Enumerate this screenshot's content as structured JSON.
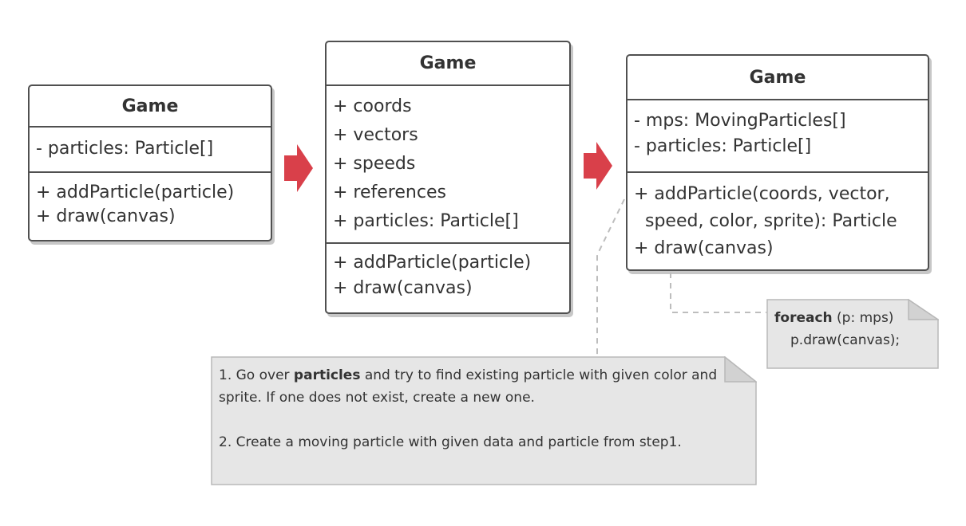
{
  "colors": {
    "arrow": "#d9404a",
    "border": "#505050",
    "note_fill": "#e6e6e6",
    "note_border": "#b8b8b8",
    "dashed_line": "#bdbdbd"
  },
  "class_a": {
    "title": "Game",
    "fields": [
      "- particles: Particle[]"
    ],
    "methods": [
      "+ addParticle(particle)",
      "+ draw(canvas)"
    ]
  },
  "class_b": {
    "title": "Game",
    "fields": [
      "+ coords",
      "+ vectors",
      "+ speeds",
      "+ references",
      "+ particles: Particle[]"
    ],
    "methods": [
      "+ addParticle(particle)",
      "+ draw(canvas)"
    ]
  },
  "class_c": {
    "title": "Game",
    "fields": [
      "- mps: MovingParticles[]",
      "- particles: Particle[]"
    ],
    "methods": [
      "+ addParticle(coords, vector,",
      "  speed, color, sprite): Particle",
      "+ draw(canvas)"
    ]
  },
  "note_small": {
    "keyword": "foreach",
    "line1_rest": " (p: mps)",
    "line2": "p.draw(canvas);"
  },
  "note_large": {
    "p1_prefix": "1. Go over ",
    "p1_bold": "particles",
    "p1_suffix": " and try to find existing particle with given color and sprite. If one does not exist, create a new one.",
    "p2": "2. Create a moving particle with given data and particle from step1."
  }
}
